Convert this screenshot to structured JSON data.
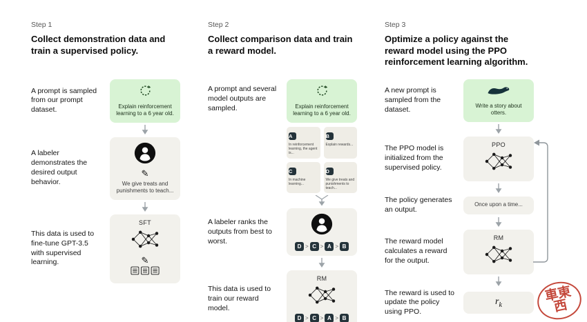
{
  "misc": {
    "rank_sep": ">"
  },
  "watermark": {
    "text": "車東西"
  },
  "colors": {
    "green_box": "#d8f3d4",
    "gray_box": "#f2f1ec",
    "badge": "#24333a",
    "stamp_red": "#c0392b"
  },
  "steps": [
    {
      "label": "Step 1",
      "title": "Collect demonstration data and train a supervised policy.",
      "rows": [
        {
          "text": "A prompt is sampled from our prompt dataset.",
          "box": {
            "caption": "Explain reinforcement learning to a 6 year old."
          }
        },
        {
          "text": "A labeler demonstrates the desired output behavior.",
          "box": {
            "caption": "We give treats and punishments to teach..."
          }
        },
        {
          "text": "This data is used to fine-tune GPT-3.5 with supervised learning.",
          "box": {
            "label": "SFT"
          }
        }
      ]
    },
    {
      "label": "Step 2",
      "title": "Collect comparison data and train a reward model.",
      "rows": [
        {
          "text": "A prompt and several model outputs are sampled.",
          "box": {
            "caption": "Explain reinforcement learning to a 6 year old.",
            "outputs": [
              {
                "letter": "A",
                "text": "In reinforcement learning, the agent is..."
              },
              {
                "letter": "B",
                "text": "Explain rewards..."
              },
              {
                "letter": "C",
                "text": "In machine learning..."
              },
              {
                "letter": "D",
                "text": "We give treats and punishments to teach..."
              }
            ]
          }
        },
        {
          "text": "A labeler ranks the outputs from best to worst.",
          "box": {
            "ranking": [
              "D",
              "C",
              "A",
              "B"
            ]
          }
        },
        {
          "text": "This data is used to train our reward model.",
          "box": {
            "label": "RM",
            "ranking": [
              "D",
              "C",
              "A",
              "B"
            ]
          }
        }
      ]
    },
    {
      "label": "Step 3",
      "title": "Optimize a policy against the reward model using the PPO reinforcement learning algorithm.",
      "rows": [
        {
          "text": "A new prompt is sampled from the dataset.",
          "box": {
            "caption": "Write a story about otters."
          }
        },
        {
          "text": "The PPO model is initialized from the supervised policy.",
          "box": {
            "label": "PPO"
          }
        },
        {
          "text": "The policy generates an output.",
          "box": {
            "caption": "Once upon a time..."
          }
        },
        {
          "text": "The reward model calculates a reward for the output.",
          "box": {
            "label": "RM"
          }
        },
        {
          "text": "The reward is used to update the policy using PPO.",
          "box": {
            "label_main": "r",
            "label_sub": "k"
          }
        }
      ]
    }
  ]
}
